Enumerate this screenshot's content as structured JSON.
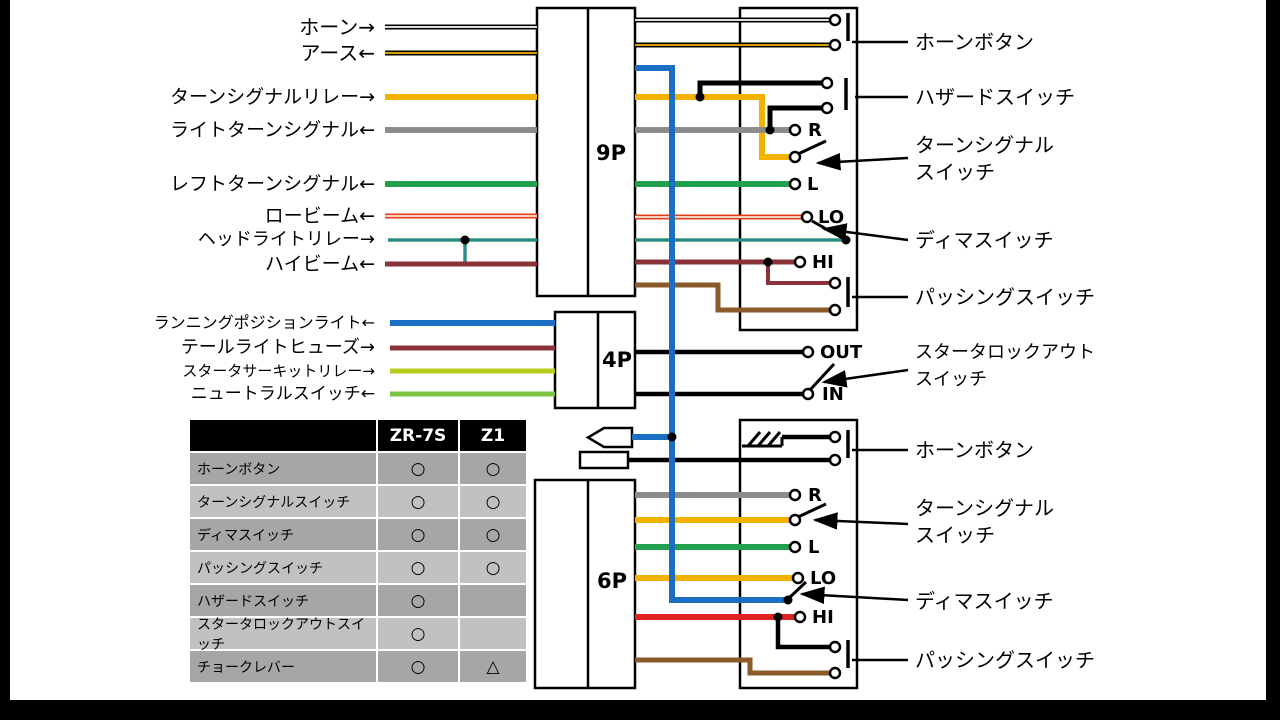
{
  "left_labels": [
    "ホーン→",
    "アース←",
    "ターンシグナルリレー→",
    "ライトターンシグナル←",
    "レフトターンシグナル←",
    "ロービーム←",
    "ヘッドライトリレー→",
    "ハイビーム←",
    "ランニングポジションライト←",
    "テールライトヒューズ→",
    "スタータサーキットリレー→",
    "ニュートラルスイッチ←"
  ],
  "right_labels": [
    "ホーンボタン",
    "ハザードスイッチ",
    "ターンシグナル\nスイッチ",
    "ディマスイッチ",
    "パッシングスイッチ",
    "スタータロックアウト\nスイッチ",
    "ホーンボタン",
    "ターンシグナル\nスイッチ",
    "ディマスイッチ",
    "パッシングスイッチ"
  ],
  "connectors": {
    "p9": "9P",
    "p4": "4P",
    "p6": "6P"
  },
  "terminals": [
    "R",
    "L",
    "LO",
    "HI",
    "OUT",
    "IN",
    "R",
    "L",
    "LO",
    "HI"
  ],
  "colors": {
    "black": "#000000",
    "white": "#ffffff",
    "yellow": "#f2b200",
    "gray": "#8c8c8c",
    "green": "#21a14d",
    "red": "#e04018",
    "relay_outer": "#2f9e55",
    "relay_inner": "#2b79c2",
    "dark_red": "#8b3139",
    "blue": "#1b6fc2",
    "chartreuse": "#b8cc1c",
    "light_green": "#7cc242",
    "bright_red": "#e02222",
    "brown": "#8a5a2b"
  },
  "table": {
    "col_headers": [
      "",
      "ZR-7S",
      "Z1"
    ],
    "rows": [
      {
        "name": "ホーンボタン",
        "zr7s": "○",
        "z1": "○"
      },
      {
        "name": "ターンシグナルスイッチ",
        "zr7s": "○",
        "z1": "○"
      },
      {
        "name": "ディマスイッチ",
        "zr7s": "○",
        "z1": "○"
      },
      {
        "name": "パッシングスイッチ",
        "zr7s": "○",
        "z1": "○"
      },
      {
        "name": "ハザードスイッチ",
        "zr7s": "○",
        "z1": ""
      },
      {
        "name": "スタータロックアウトスイッチ",
        "zr7s": "○",
        "z1": ""
      },
      {
        "name": "チョークレバー",
        "zr7s": "○",
        "z1": "△"
      }
    ]
  }
}
